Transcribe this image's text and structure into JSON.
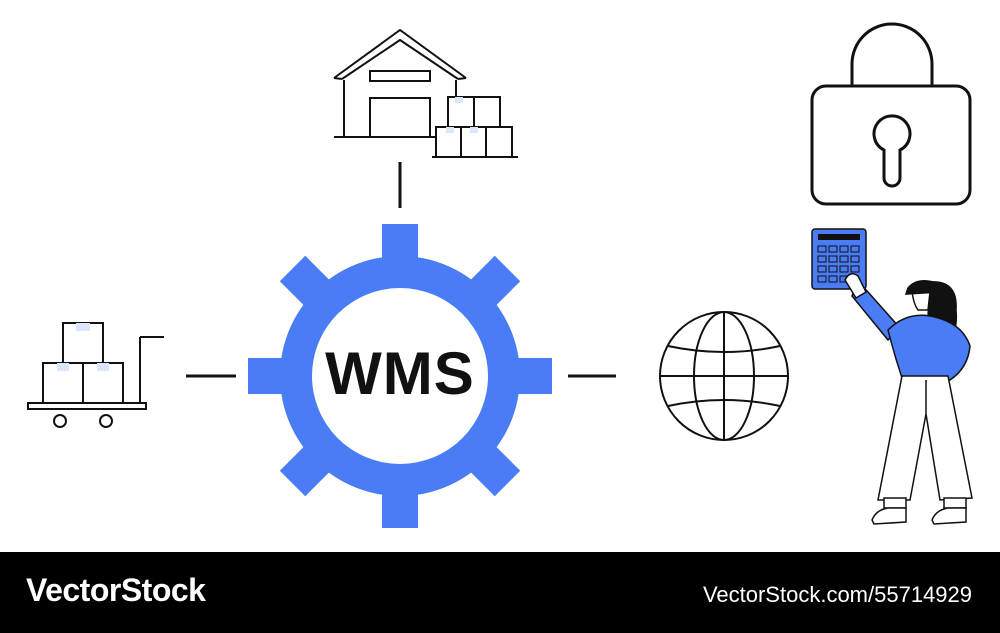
{
  "center": {
    "label": "WMS"
  },
  "footer": {
    "brand": "VectorStock",
    "credit": "VectorStock.com/55714929"
  },
  "icons": [
    "warehouse-icon",
    "gear-icon",
    "hand-truck-boxes-icon",
    "globe-icon",
    "padlock-icon",
    "calculator-icon",
    "woman-figure-icon"
  ],
  "colors": {
    "accent": "#4a7cf6",
    "line": "#111111",
    "box_tint": "#dce6fb",
    "footer_bg": "#000000",
    "footer_text": "#ffffff"
  }
}
